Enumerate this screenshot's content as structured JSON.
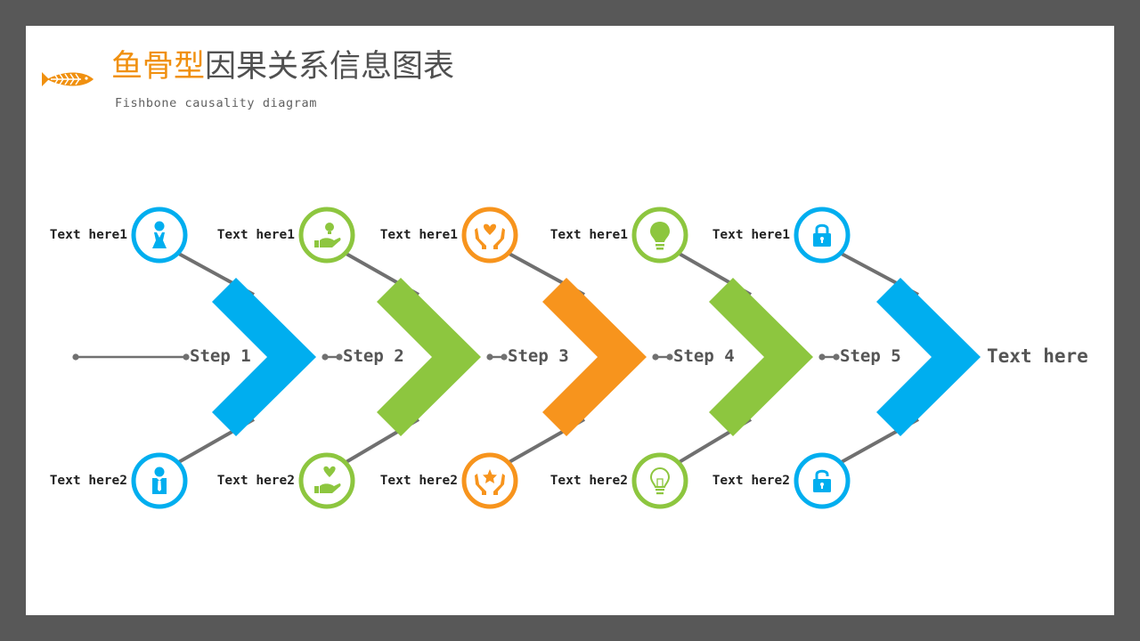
{
  "title": {
    "highlight": "鱼骨型",
    "rest": "因果关系信息图表"
  },
  "subtitle": "Fishbone causality diagram",
  "colors": {
    "blue": "#00aeef",
    "green": "#8dc63f",
    "orange": "#f7941d",
    "line": "#707070",
    "fish": "#f0900f"
  },
  "steps": [
    {
      "label": "Step 1",
      "color": "blue",
      "top_label": "Text here1",
      "bottom_label": "Text here2",
      "top_icon": "woman-icon",
      "bottom_icon": "man-icon"
    },
    {
      "label": "Step 2",
      "color": "green",
      "top_label": "Text here1",
      "bottom_label": "Text here2",
      "top_icon": "hand-bulb-icon",
      "bottom_icon": "hand-heart-icon"
    },
    {
      "label": "Step 3",
      "color": "orange",
      "top_label": "Text here1",
      "bottom_label": "Text here2",
      "top_icon": "hands-heart-icon",
      "bottom_icon": "hands-star-icon"
    },
    {
      "label": "Step 4",
      "color": "green",
      "top_label": "Text here1",
      "bottom_label": "Text here2",
      "top_icon": "lightbulb-icon",
      "bottom_icon": "lightbulb-outline-icon"
    },
    {
      "label": "Step 5",
      "color": "blue",
      "top_label": "Text here1",
      "bottom_label": "Text here2",
      "top_icon": "lock-icon",
      "bottom_icon": "unlock-icon"
    }
  ],
  "final_label": "Text here"
}
